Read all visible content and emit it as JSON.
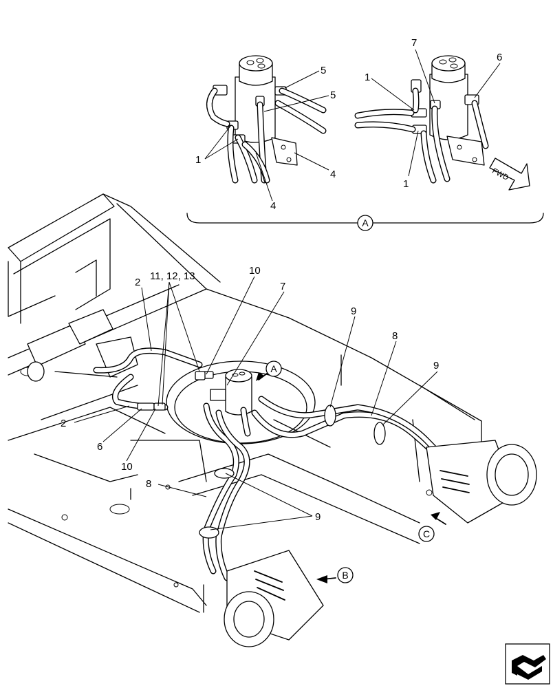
{
  "detail_a": {
    "marker": "A",
    "left_view_callouts": [
      "5",
      "5",
      "1",
      "4",
      "4"
    ],
    "right_view_callouts": [
      "7",
      "6",
      "1",
      "1"
    ],
    "fwd_label": "FWD"
  },
  "main_view": {
    "callouts": {
      "c2_upper": "2",
      "c11_12_13": "11, 12, 13",
      "c10_upper": "10",
      "c7": "7",
      "c9_mid": "9",
      "c8_right": "8",
      "c9_right": "9",
      "c2_lower": "2",
      "c6": "6",
      "c10_lower": "10",
      "c8_left": "8",
      "c9_lower": "9"
    },
    "view_markers": {
      "a": "A",
      "b": "B",
      "c": "C"
    }
  },
  "nav_icon": "view-orientation-icon"
}
